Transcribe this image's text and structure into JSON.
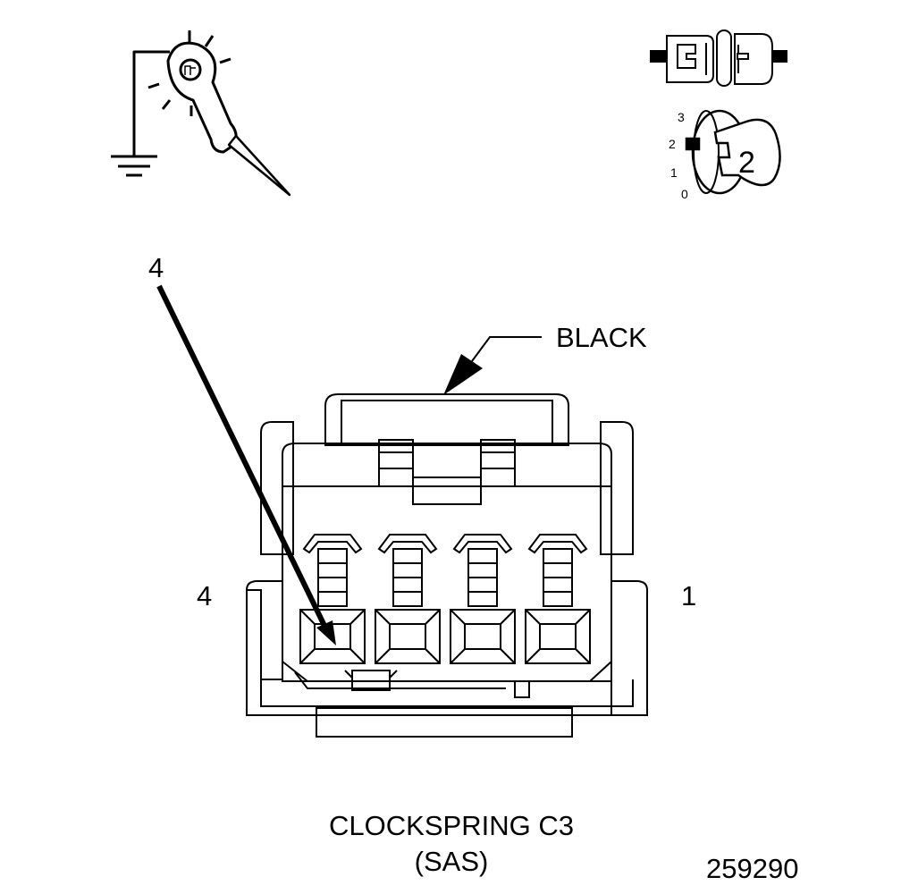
{
  "callout_wire": "4",
  "color_label": "BLACK",
  "pin_label_left": "4",
  "pin_label_right": "1",
  "connector_name": "CLOCKSPRING C3",
  "connector_sub": "(SAS)",
  "figure_number": "259290",
  "ignition_key": {
    "position_labels": [
      "3",
      "2",
      "1",
      "0"
    ],
    "key_number": "2"
  },
  "icons": {
    "test_light": "test-light-probe-icon",
    "ground": "ground-symbol-icon",
    "disconnect": "connector-disconnect-icon",
    "ignition": "ignition-key-icon"
  },
  "colors": {
    "line": "#000000",
    "background": "#ffffff"
  }
}
